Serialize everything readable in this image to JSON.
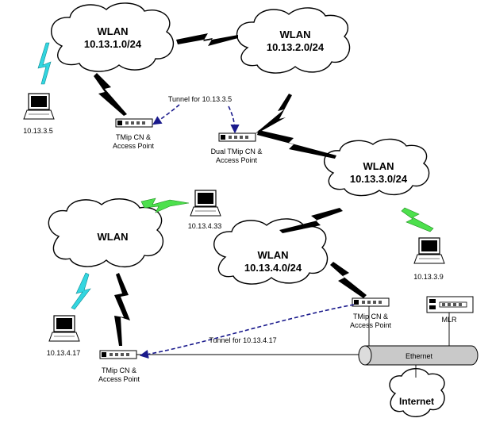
{
  "clouds": [
    {
      "name": "WLAN",
      "subnet": "10.13.1.0/24"
    },
    {
      "name": "WLAN",
      "subnet": "10.13.2.0/24"
    },
    {
      "name": "WLAN",
      "subnet": "10.13.3.0/24"
    },
    {
      "name": "WLAN",
      "subnet": "10.13.4.0/24"
    },
    {
      "name": "WLAN",
      "subnet": ""
    }
  ],
  "laptops": [
    "10.13.3.5",
    "10.13.4.33",
    "10.13.3.9",
    "10.13.4.17"
  ],
  "devices": {
    "ap1": [
      "TMip CN &",
      "Access Point"
    ],
    "dual": [
      "Dual TMip CN &",
      "Access Point"
    ],
    "ap4": [
      "TMip CN &",
      "Access Point"
    ],
    "ap_bottom": [
      "TMip CN &",
      "Access Point"
    ],
    "mlr": "MLR"
  },
  "tunnels": [
    "Tunnel for 10.13.3.5",
    "Tunnel for 10.13.4.17"
  ],
  "ethernet": "Ethernet",
  "internet": "Internet",
  "colors": {
    "wireless_cyan": "#33d6e0",
    "wireless_green": "#4de04d",
    "tunnel": "#1a1a8c"
  }
}
